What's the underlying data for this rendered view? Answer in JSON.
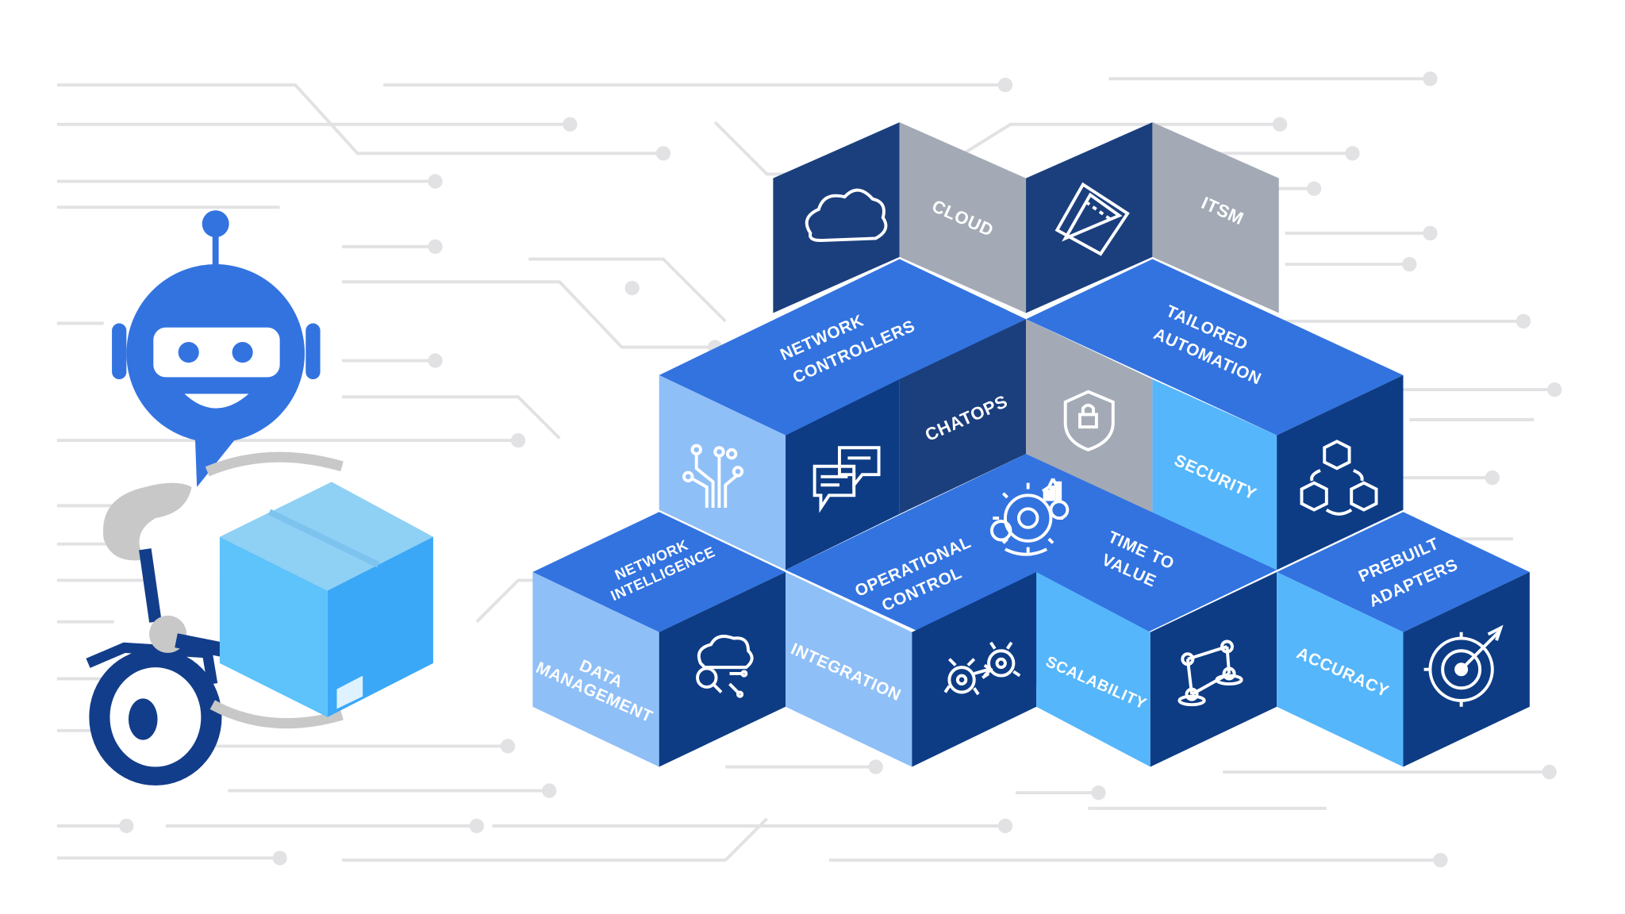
{
  "colors": {
    "top_face": "#3273e0",
    "dark_face": "#0d3c85",
    "navy_face": "#1b3f7d",
    "light_face": "#8fbff7",
    "sky_face": "#56b6fb",
    "gray_face": "#a3aab6",
    "circuit": "#e2e2e4",
    "robot_blue": "#3273e0",
    "robot_navy": "#123d8a",
    "robot_gray": "#c8c8c8"
  },
  "labels": {
    "cloud": "CLOUD",
    "itsm": "ITSM",
    "network_controllers_1": "NETWORK",
    "network_controllers_2": "CONTROLLERS",
    "tailored_automation_1": "TAILORED",
    "tailored_automation_2": "AUTOMATION",
    "chatops": "CHATOPS",
    "security": "SECURITY",
    "network_intelligence_1": "NETWORK",
    "network_intelligence_2": "INTELLIGENCE",
    "operational_control_1": "OPERATIONAL",
    "operational_control_2": "CONTROL",
    "time_to_value_1": "TIME TO",
    "time_to_value_2": "VALUE",
    "prebuilt_adapters_1": "PREBUILT",
    "prebuilt_adapters_2": "ADAPTERS",
    "data_management_1": "DATA",
    "data_management_2": "MANAGEMENT",
    "integration": "INTEGRATION",
    "scalability": "SCALABILITY",
    "accuracy": "ACCURACY"
  },
  "icons": [
    "cloud-icon",
    "tickets-icon",
    "circuit-tree-icon",
    "chat-bubbles-icon",
    "shield-lock-icon",
    "connected-cubes-icon",
    "gear-cycle-icon",
    "cloud-brain-icon",
    "gears-arrows-icon",
    "network-graph-icon",
    "target-icon",
    "robot-icon",
    "package-icon"
  ]
}
